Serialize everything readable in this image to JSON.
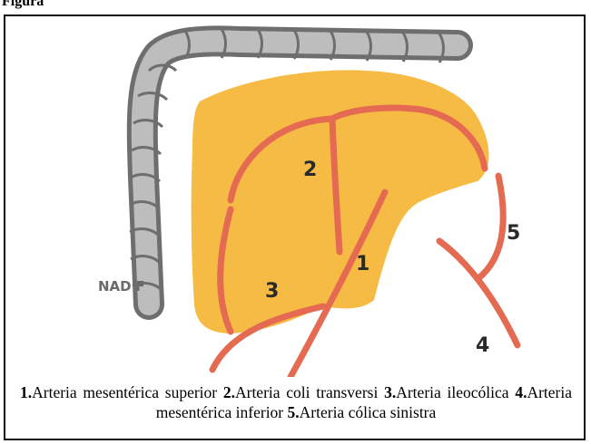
{
  "header": {
    "clipped_text": "Figura"
  },
  "figure": {
    "signature": "NAD'F",
    "labels": {
      "l1": "1",
      "l2": "2",
      "l3": "3",
      "l4": "4",
      "l5": "5"
    },
    "colors": {
      "mesentery": "#f6bb45",
      "artery": "#e46b52",
      "colon_fill": "#bdbdbd",
      "colon_outline": "#6e6e6e"
    }
  },
  "caption": {
    "items": [
      {
        "num": "1.",
        "text": "Arteria mesentérica superior "
      },
      {
        "num": "2.",
        "text": "Arteria coli transversi "
      },
      {
        "num": "3.",
        "text": "Arteria ileocólica "
      },
      {
        "num": "4.",
        "text": "Arteria mesentérica inferior "
      },
      {
        "num": "5.",
        "text": "Arteria cólica sinistra"
      }
    ]
  }
}
